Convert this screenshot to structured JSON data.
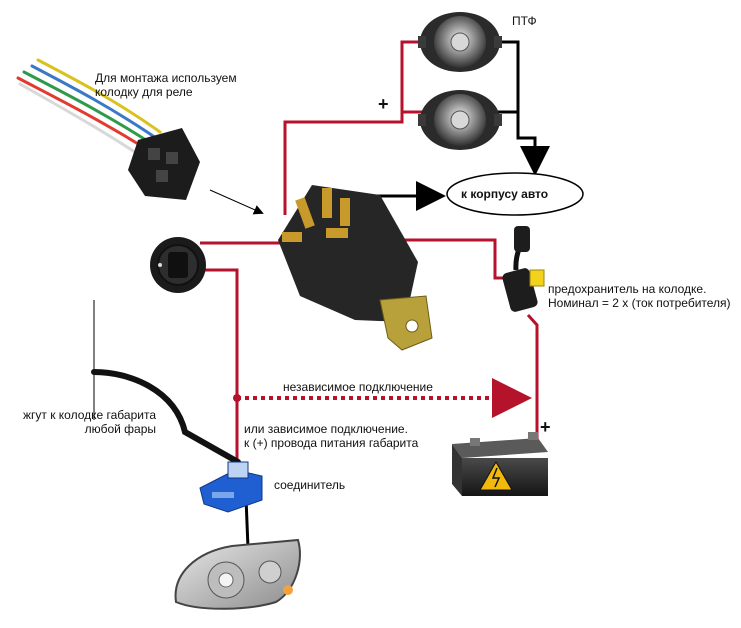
{
  "labels": {
    "fog_lights": "ПТФ",
    "relay_socket_line1": "Для монтажа используем",
    "relay_socket_line2": "колодку для реле",
    "plus_top": "+",
    "ground": "к корпусу авто",
    "fuse_line1": "предохранитель на колодке.",
    "fuse_line2": "Номинал = 2 х (ток потребителя)",
    "independent": "независимое подключение",
    "dependent_line1": "или зависимое подключение.",
    "dependent_line2": "к (+) провода питания габарита",
    "harness_line1": "жгут к колодке габарита",
    "harness_line2": "любой фары",
    "connector": "соединитель",
    "plus_battery": "+"
  },
  "colors": {
    "wire_positive": "#b5122b",
    "wire_ground": "#000000",
    "wire_harness": "#111111",
    "connector_blue": "#1f5fd1",
    "fuse_yellow": "#f2d21b",
    "relay_body": "#262626"
  },
  "icons": {
    "fog_light": "fog-lamp-icon",
    "relay": "relay-icon",
    "switch": "rocker-switch-icon",
    "fuse": "inline-fuse-icon",
    "battery": "battery-icon",
    "headlight": "headlight-icon",
    "connector": "wire-connector-icon",
    "socket": "relay-socket-icon"
  }
}
